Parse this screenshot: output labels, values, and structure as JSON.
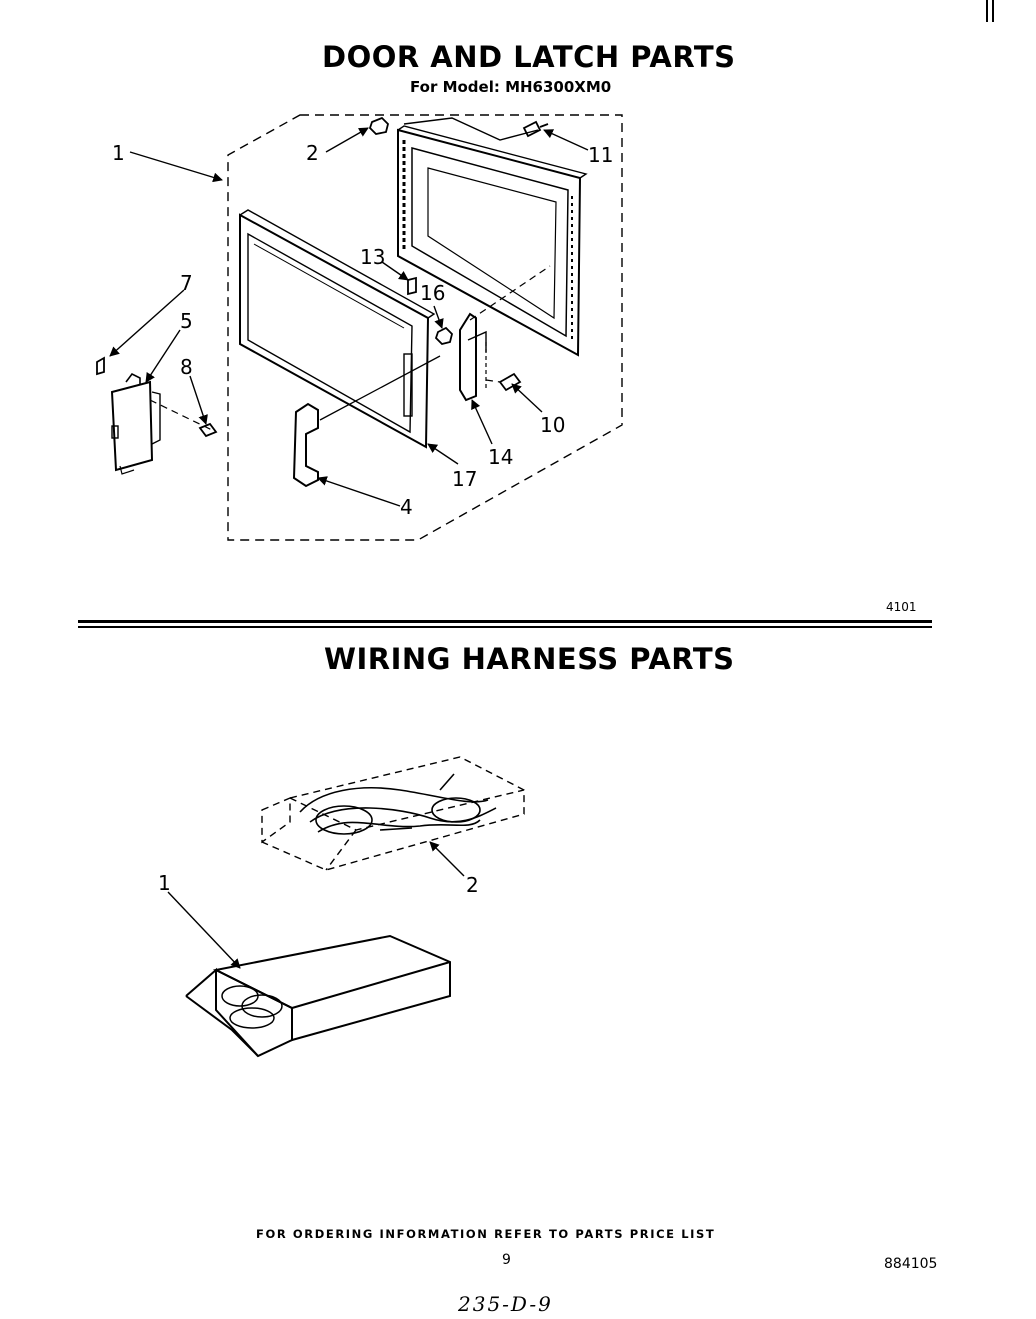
{
  "door_section": {
    "title": "DOOR AND LATCH PARTS",
    "model_line": "For Model: MH6300XM0",
    "figure_code": "4101",
    "callouts": [
      {
        "key": "c1",
        "label": "1"
      },
      {
        "key": "c2",
        "label": "2"
      },
      {
        "key": "c11",
        "label": "11"
      },
      {
        "key": "c13",
        "label": "13"
      },
      {
        "key": "c16",
        "label": "16"
      },
      {
        "key": "c7",
        "label": "7"
      },
      {
        "key": "c5",
        "label": "5"
      },
      {
        "key": "c8",
        "label": "8"
      },
      {
        "key": "c10",
        "label": "10"
      },
      {
        "key": "c14",
        "label": "14"
      },
      {
        "key": "c17",
        "label": "17"
      },
      {
        "key": "c4",
        "label": "4"
      }
    ]
  },
  "wiring_section": {
    "title": "WIRING HARNESS PARTS",
    "callouts": [
      {
        "key": "w1",
        "label": "1"
      },
      {
        "key": "w2",
        "label": "2"
      }
    ]
  },
  "footer": {
    "ordering_note": "FOR ORDERING INFORMATION REFER TO PARTS PRICE LIST",
    "page_number": "9",
    "doc_number": "884105",
    "handwritten_code": "235-D-9"
  }
}
